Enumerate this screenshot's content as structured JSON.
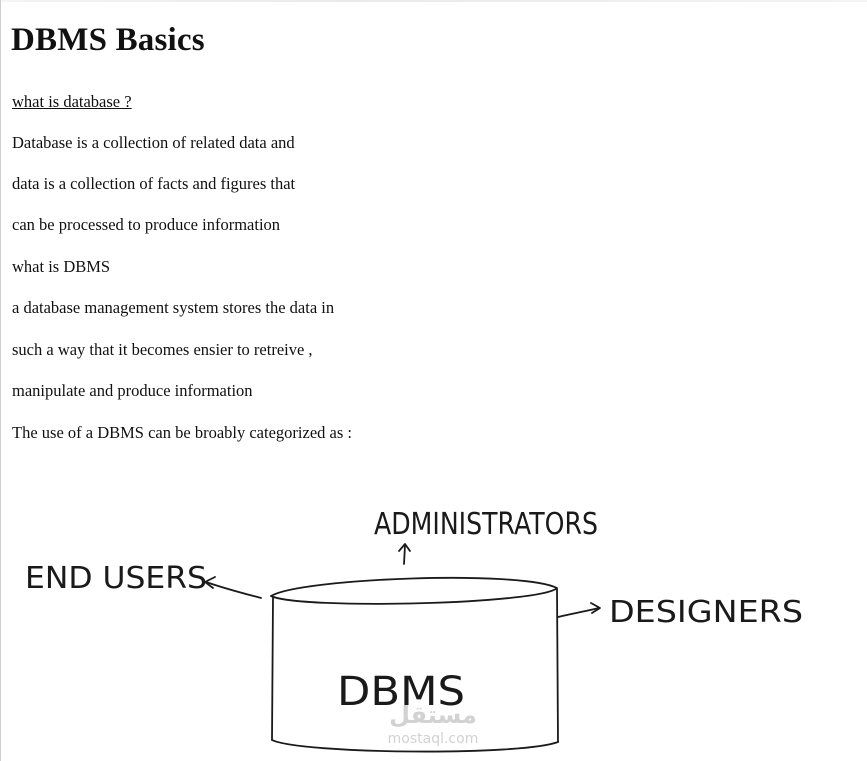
{
  "document": {
    "title": "DBMS Basics",
    "lines": [
      "what is database ?",
      "Database is a collection of related data and",
      "data is a collection of facts and figures that",
      "can be processed to produce information",
      "what is DBMS",
      "a database management system stores the data in",
      "such a way that it becomes ensier to retreive ,",
      "manipulate and produce information",
      "The use of a DBMS can be broably categorized as :"
    ]
  },
  "diagram": {
    "center_label": "DBMS",
    "top_label": "ADMINISTRATORS",
    "left_label": "END USERS",
    "right_label": "DESIGNERS"
  },
  "watermark": {
    "arabic": "مستقل",
    "site": "mostaql.com"
  }
}
